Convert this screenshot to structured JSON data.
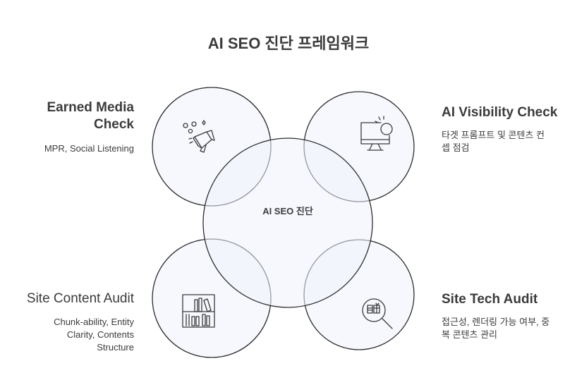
{
  "title": "AI SEO 진단 프레임워크",
  "center": {
    "label": "AI SEO 진단"
  },
  "quadrants": {
    "top_left": {
      "title_line1": "Earned Media",
      "title_line2": "Check",
      "description": "MPR, Social Listening",
      "icon": "megaphone-icon"
    },
    "top_right": {
      "title": "AI Visibility Check",
      "description_line1": "타겟 프롬프트 및 콘텐츠 컨",
      "description_line2": "셉 점검",
      "icon": "monitor-icon"
    },
    "bottom_left": {
      "title": "Site Content Audit",
      "description_line1": "Chunk-ability, Entity",
      "description_line2": "Clarity, Contents",
      "description_line3": "Structure",
      "icon": "bookshelf-icon"
    },
    "bottom_right": {
      "title": "Site Tech Audit",
      "description_line1": "접근성, 렌더링 가능 여부, 중",
      "description_line2": "복 콘텐츠 관리",
      "icon": "magnifier-icon"
    }
  }
}
